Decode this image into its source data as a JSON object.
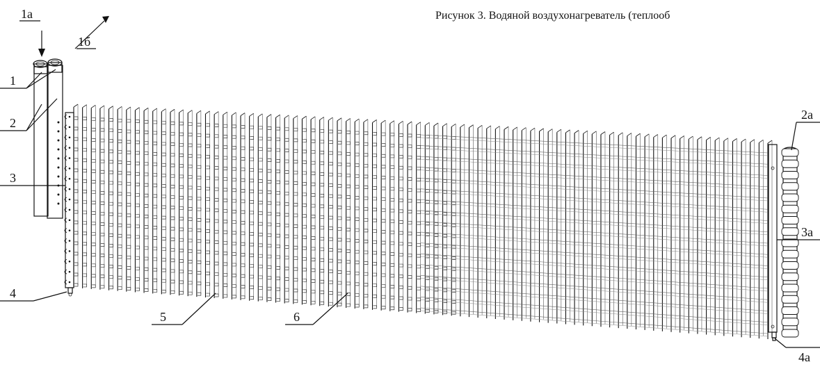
{
  "caption": "Рисунок 3. Водяной воздухонагреватель (теплооб",
  "labels": {
    "l1a": "1а",
    "l1b": "1б",
    "l1": "1",
    "l2": "2",
    "l3": "3",
    "l4": "4",
    "l5": "5",
    "l6": "6",
    "l2a": "2а",
    "l3a": "3а",
    "l4a": "4а"
  }
}
